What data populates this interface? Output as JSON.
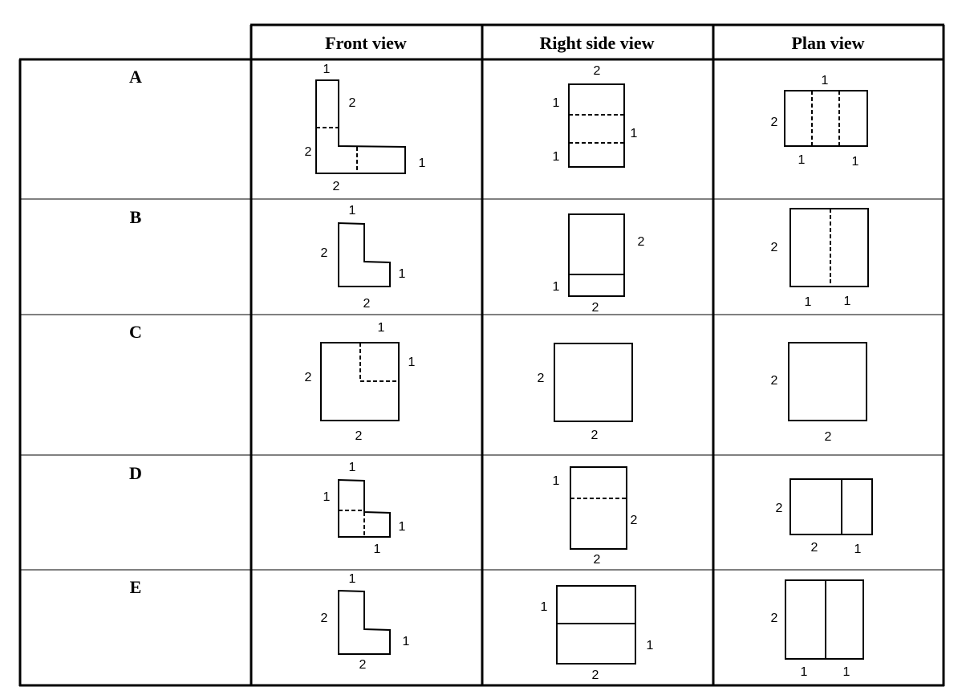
{
  "table": {
    "headers": [
      "Front view",
      "Right side view",
      "Plan view"
    ],
    "rows": [
      {
        "label": "A",
        "front": {
          "dims": [
            "1",
            "2",
            "2",
            "1",
            "2"
          ]
        },
        "side": {
          "dims": [
            "2",
            "1",
            "1",
            "1"
          ]
        },
        "plan": {
          "dims": [
            "1",
            "2",
            "1",
            "1"
          ]
        }
      },
      {
        "label": "B",
        "front": {
          "dims": [
            "1",
            "2",
            "1",
            "2"
          ]
        },
        "side": {
          "dims": [
            "2",
            "1",
            "2"
          ]
        },
        "plan": {
          "dims": [
            "2",
            "1",
            "1"
          ]
        }
      },
      {
        "label": "C",
        "front": {
          "dims": [
            "1",
            "1",
            "2",
            "2"
          ]
        },
        "side": {
          "dims": [
            "2",
            "2"
          ]
        },
        "plan": {
          "dims": [
            "2",
            "2"
          ]
        }
      },
      {
        "label": "D",
        "front": {
          "dims": [
            "1",
            "1",
            "1",
            "1"
          ]
        },
        "side": {
          "dims": [
            "1",
            "2",
            "2"
          ]
        },
        "plan": {
          "dims": [
            "2",
            "2",
            "1"
          ]
        }
      },
      {
        "label": "E",
        "front": {
          "dims": [
            "1",
            "2",
            "1",
            "2"
          ]
        },
        "side": {
          "dims": [
            "1",
            "1",
            "2"
          ]
        },
        "plan": {
          "dims": [
            "2",
            "1",
            "1"
          ]
        }
      }
    ]
  }
}
